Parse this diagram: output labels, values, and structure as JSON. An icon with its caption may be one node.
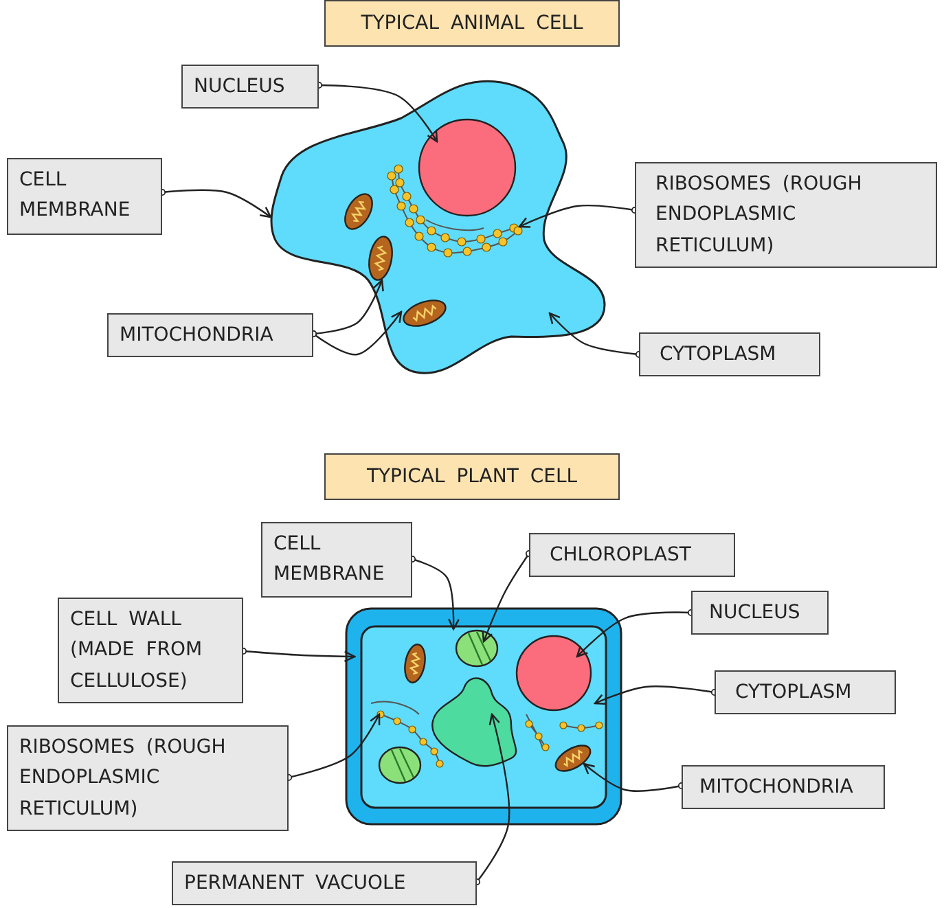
{
  "diagram": {
    "nodes": [
      {
        "text": [
          "TYPICAL ANIMAL CELL"
        ]
      },
      {
        "text": [
          "NUCLEUS"
        ]
      },
      {
        "text": [
          "CELL MEMBRANE"
        ]
      },
      {
        "text": [
          "RIBOSOMES (ROUGH ENDOPLASMIC RETICULUM)"
        ]
      },
      {
        "text": [
          "MITOCHONDRIA"
        ]
      },
      {
        "text": [
          "CYTOPLASM"
        ]
      },
      {
        "text": [
          "TYPICAL PLANT CELL"
        ]
      },
      {
        "text": [
          "CELL MEMBRANE"
        ]
      },
      {
        "text": [
          "CHLOROPLAST"
        ]
      },
      {
        "text": [
          "CELL WALL (MADE FROM CELLULOSE)"
        ]
      },
      {
        "text": [
          "NUCLEUS"
        ]
      },
      {
        "text": [
          "CYTOPLASM"
        ]
      },
      {
        "text": [
          "RIBOSOMES (ROUGH ENDOPLASMIC RETICULUM)"
        ]
      },
      {
        "text": [
          "MITOCHONDRIA"
        ]
      },
      {
        "text": [
          "PERMANENT VACUOLE"
        ]
      },
      {
        "text": [],
        "shape": "picture"
      },
      {
        "text": [],
        "shape": "circle",
        "in": 15
      },
      {
        "text": [],
        "shape": "picture",
        "in": 15
      },
      {
        "text": [],
        "shape": "picture",
        "in": 15
      },
      {
        "text": [],
        "shape": "picture",
        "in": 15
      },
      {
        "text": [],
        "shape": "box"
      },
      {
        "text": [],
        "shape": "box",
        "in": 20
      },
      {
        "text": [],
        "shape": "picture",
        "in": 21
      },
      {
        "text": [],
        "shape": "circle",
        "in": 21
      },
      {
        "text": [],
        "shape": "picture",
        "in": 21
      },
      {
        "text": [],
        "shape": "picture",
        "in": 21
      },
      {
        "text": [],
        "shape": "picture",
        "in": 21
      },
      {
        "text": [],
        "shape": "picture",
        "in": 15
      },
      {
        "text": [],
        "shape": "picture",
        "in": 21
      },
      {
        "text": [],
        "shape": "picture",
        "in": 21
      }
    ],
    "edges": [
      {
        "from": 1,
        "to": 16,
        "arrow": "to"
      },
      {
        "from": 2,
        "to": 15,
        "arrow": "to"
      },
      {
        "from": 3,
        "to": 17,
        "arrow": "to"
      },
      {
        "from": 4,
        "to": 18,
        "arrow": "to"
      },
      {
        "from": 4,
        "to": 19,
        "arrow": "to"
      },
      {
        "from": 5,
        "to": 15,
        "arrow": "to"
      },
      {
        "from": 7,
        "to": 21,
        "arrow": "to"
      },
      {
        "from": 8,
        "to": 22,
        "arrow": "to"
      },
      {
        "from": 9,
        "to": 20,
        "arrow": "to"
      },
      {
        "from": 10,
        "to": 23,
        "arrow": "to"
      },
      {
        "from": 11,
        "to": 21,
        "arrow": "to"
      },
      {
        "from": 12,
        "to": 24,
        "arrow": "to"
      },
      {
        "from": 13,
        "to": 25,
        "arrow": "to"
      },
      {
        "from": 14,
        "to": 26,
        "arrow": "to"
      }
    ]
  }
}
